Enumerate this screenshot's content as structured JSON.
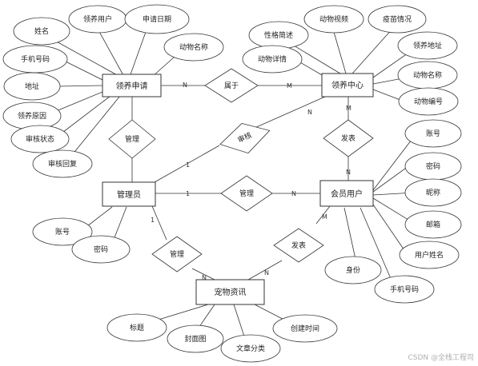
{
  "entities": {
    "adoption_application": "领养申请",
    "adoption_center": "领养中心",
    "admin": "管理员",
    "member": "会员用户",
    "pet_news": "宠物资讯"
  },
  "relations": {
    "belongs": "属于",
    "manage_app": "管理",
    "audit": "审核",
    "manage_member": "管理",
    "publish_center": "发表",
    "manage_news": "管理",
    "publish_news": "发表"
  },
  "attributes": {
    "app_name": "姓名",
    "app_user": "领养用户",
    "app_date": "申请日期",
    "app_animal": "动物名称",
    "app_phone": "手机号码",
    "app_address": "地址",
    "app_reason": "领养原因",
    "app_status": "审核状态",
    "app_reply": "审核回复",
    "c_personality": "性格简述",
    "c_video": "动物视频",
    "c_vaccine": "疫苗情况",
    "c_address": "领养地址",
    "c_detail": "动物详情",
    "c_animal": "动物名称",
    "c_number": "动物编号",
    "m_account": "账号",
    "m_password": "密码",
    "m_nickname": "昵称",
    "m_email": "邮箱",
    "m_username": "用户姓名",
    "m_identity": "身份",
    "m_phone": "手机号码",
    "a_account": "账号",
    "a_password": "密码",
    "n_title": "标题",
    "n_cover": "封面图",
    "n_category": "文章分类",
    "n_created": "创建时间"
  },
  "cardinalities": {
    "belongs_app": "N",
    "belongs_center": "M",
    "manage_app_top": "",
    "audit_admin": "1",
    "audit_center": "N",
    "publish_center": "M",
    "publish_member": "N",
    "manage_member_admin": "1",
    "manage_member_member": "N",
    "manage_news_admin": "1",
    "manage_news_news": "N",
    "publish_news_news": "N",
    "publish_news_member": "M"
  },
  "watermark": "CSDN @全栈工程司"
}
